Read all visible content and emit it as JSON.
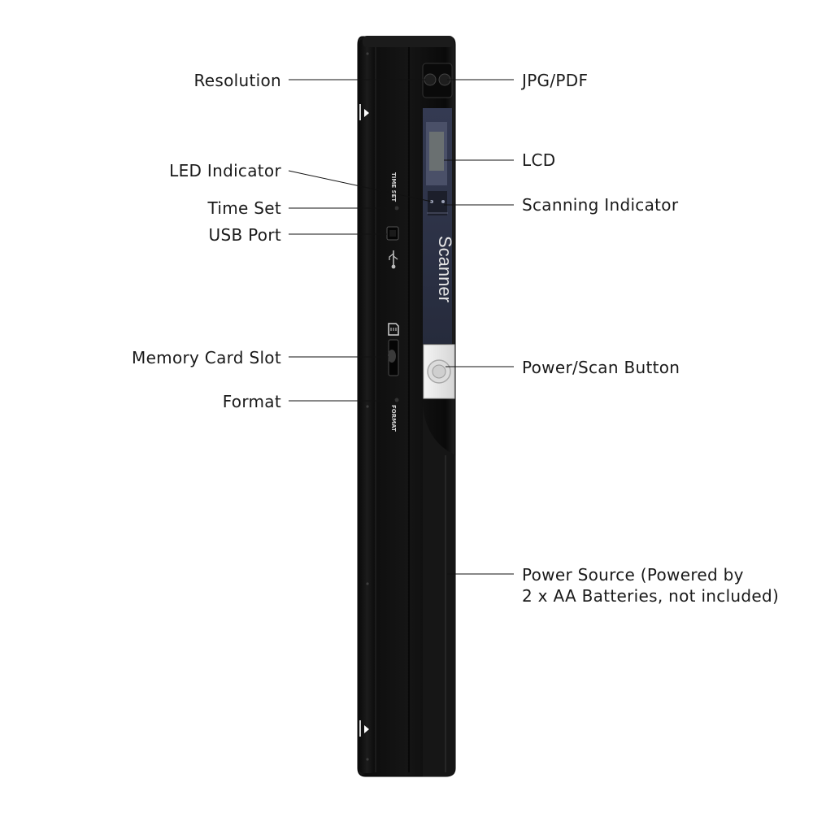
{
  "callouts_left": {
    "resolution": "Resolution",
    "led_indicator": "LED Indicator",
    "time_set": "Time Set",
    "usb_port": "USB Port",
    "memory_card_slot": "Memory Card Slot",
    "format": "Format"
  },
  "callouts_right": {
    "jpg_pdf": "JPG/PDF",
    "lcd": "LCD",
    "scanning_indicator": "Scanning Indicator",
    "power_scan_button": "Power/Scan Button",
    "power_source_line1": "Power Source (Powered by",
    "power_source_line2": "2 x AA Batteries, not included)"
  },
  "device": {
    "brand_text": "Scanner",
    "time_set_print": "TIME SET",
    "format_print": "FORMAT",
    "body_color": "#121212",
    "window_color": "#2f3447",
    "button_color": "#e8e8e8",
    "icons": [
      "usb-icon",
      "sd-card-icon",
      "arrow-up-icon",
      "arrow-down-icon"
    ]
  }
}
